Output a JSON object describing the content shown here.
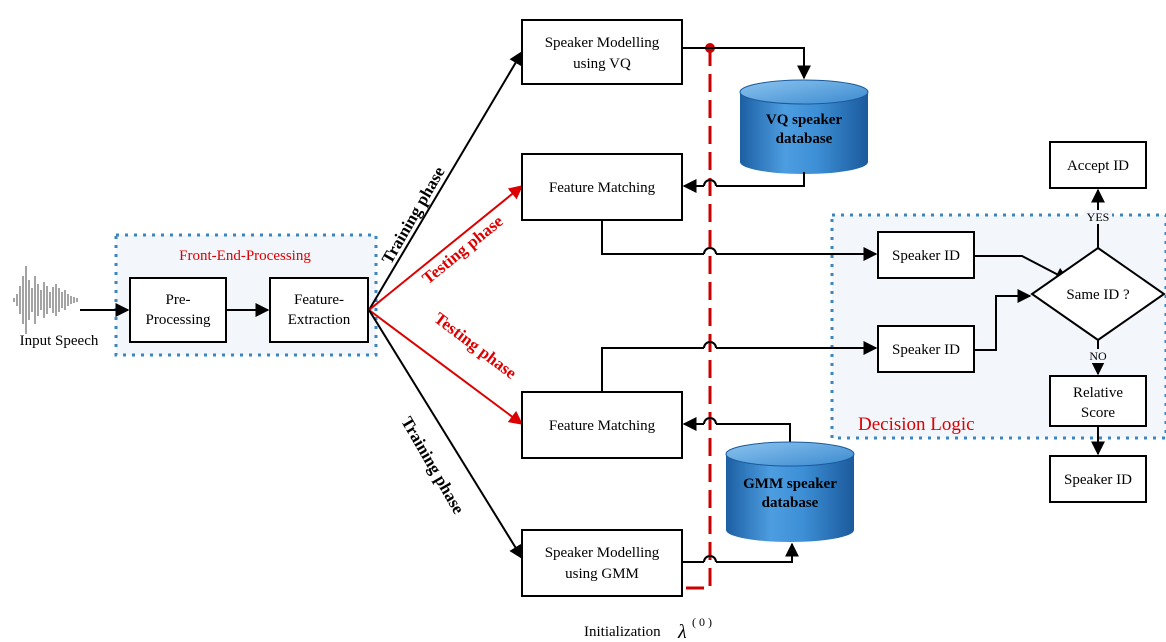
{
  "input": {
    "label": "Input Speech"
  },
  "frontend": {
    "title": "Front-End-Processing",
    "pre_processing": [
      "Pre-",
      "Processing"
    ],
    "feature_extraction": [
      "Feature-",
      "Extraction"
    ]
  },
  "phases": {
    "training_top": "Training phase",
    "testing_top": "Testing phase",
    "testing_bottom": "Testing phase",
    "training_bottom": "Training phase"
  },
  "vq": {
    "modelling": [
      "Speaker Modelling",
      "using VQ"
    ],
    "matching": "Feature Matching",
    "database": [
      "VQ speaker",
      "database"
    ]
  },
  "gmm": {
    "modelling": [
      "Speaker Modelling",
      "using GMM"
    ],
    "matching": "Feature Matching",
    "database": [
      "GMM speaker",
      "database"
    ]
  },
  "init": {
    "label": "Initialization",
    "symbol": "λ",
    "superscript": "( 0 )"
  },
  "decision": {
    "title": "Decision Logic",
    "speaker_id_1": "Speaker ID",
    "speaker_id_2": "Speaker ID",
    "same_id": "Same ID ?",
    "yes": "YES",
    "no": "NO",
    "accept": "Accept ID",
    "relative": [
      "Relative",
      "Score"
    ],
    "final_speaker_id": "Speaker ID"
  },
  "colors": {
    "testing": "#dd0000",
    "frame": "#3a86c3",
    "database": "#2a78c0"
  }
}
